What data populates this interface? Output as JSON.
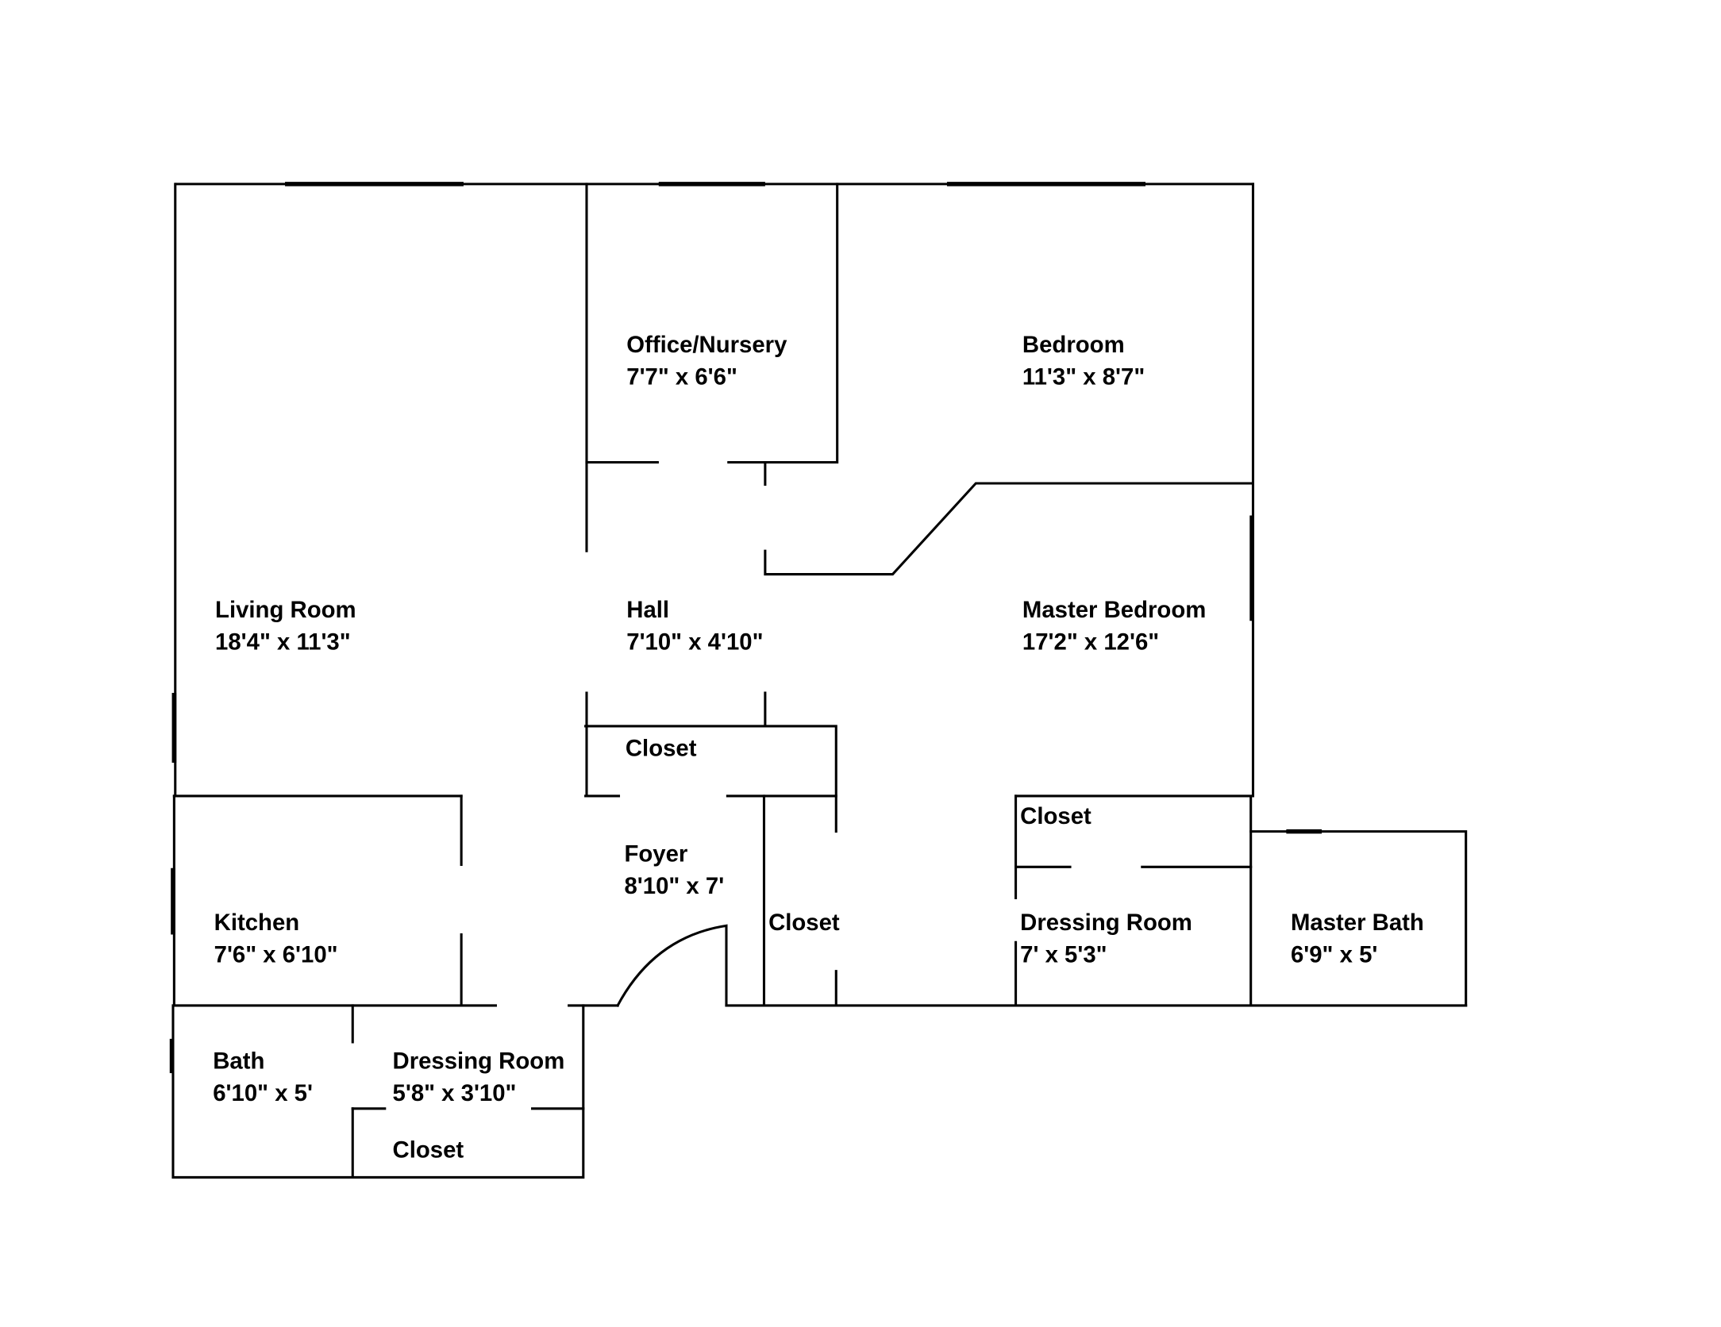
{
  "rooms": [
    {
      "name": "Office/Nursery",
      "size": "7'7\" x 6'6\""
    },
    {
      "name": "Bedroom",
      "size": "11'3\" x 8'7\""
    },
    {
      "name": "Living Room",
      "size": "18'4\" x 11'3\""
    },
    {
      "name": "Hall",
      "size": "7'10\" x 4'10\""
    },
    {
      "name": "Master Bedroom",
      "size": "17'2\" x 12'6\""
    },
    {
      "name": "Closet"
    },
    {
      "name": "Closet"
    },
    {
      "name": "Foyer",
      "size": "8'10\" x 7'"
    },
    {
      "name": "Kitchen",
      "size": "7'6\" x 6'10\""
    },
    {
      "name": "Closet"
    },
    {
      "name": "Dressing Room",
      "size": "7' x 5'3\""
    },
    {
      "name": "Master Bath",
      "size": "6'9\" x 5'"
    },
    {
      "name": "Bath",
      "size": "6'10\" x 5'"
    },
    {
      "name": "Dressing Room",
      "size": "5'8\" x 3'10\""
    },
    {
      "name": "Closet"
    }
  ]
}
